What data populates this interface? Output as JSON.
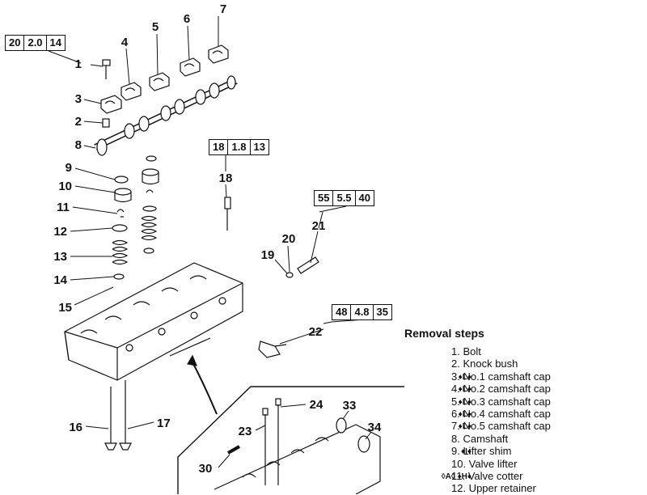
{
  "torque_specs": {
    "bolt": [
      "20",
      "2.0",
      "14"
    ],
    "part18": [
      "18",
      "1.8",
      "13"
    ],
    "part21": [
      "55",
      "5.5",
      "40"
    ],
    "part22": [
      "48",
      "4.8",
      "35"
    ]
  },
  "callouts": [
    "1",
    "2",
    "3",
    "4",
    "5",
    "6",
    "7",
    "8",
    "9",
    "10",
    "11",
    "12",
    "13",
    "14",
    "15",
    "16",
    "17",
    "18",
    "19",
    "20",
    "21",
    "22",
    "23",
    "24",
    "30",
    "33",
    "34"
  ],
  "removal_steps": {
    "title": "Removal steps",
    "items": [
      {
        "mark": "",
        "label": "1. Bolt"
      },
      {
        "mark": "",
        "label": "2. Knock bush"
      },
      {
        "mark": "♦L♦",
        "label": "3. No.1 camshaft cap"
      },
      {
        "mark": "♦L♦",
        "label": "4. No.2 camshaft cap"
      },
      {
        "mark": "♦L♦",
        "label": "5. No.3 camshaft cap"
      },
      {
        "mark": "♦L♦",
        "label": "6. No.4 camshaft cap"
      },
      {
        "mark": "♦L♦",
        "label": "7. No.5 camshaft cap"
      },
      {
        "mark": "",
        "label": "8. Camshaft"
      },
      {
        "mark": "♦I♦",
        "label": "9. Lifter shim"
      },
      {
        "mark": "",
        "label": "10. Valve lifter"
      },
      {
        "mark": "◊A◊ ♦H♦",
        "label": "11. Valve cotter"
      },
      {
        "mark": "",
        "label": "12. Upper retainer"
      }
    ]
  }
}
